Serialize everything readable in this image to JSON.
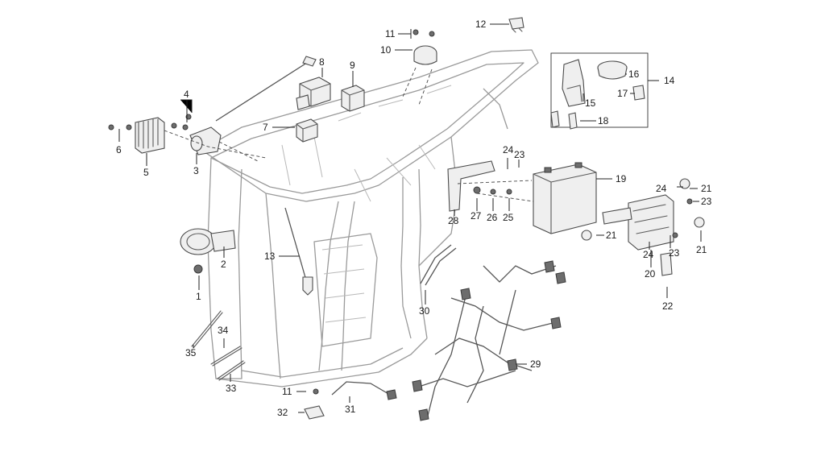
{
  "callouts": [
    {
      "id": "c1",
      "label": "1"
    },
    {
      "id": "c2",
      "label": "2"
    },
    {
      "id": "c3",
      "label": "3"
    },
    {
      "id": "c4",
      "label": "4"
    },
    {
      "id": "c5",
      "label": "5"
    },
    {
      "id": "c6",
      "label": "6"
    },
    {
      "id": "c7",
      "label": "7"
    },
    {
      "id": "c8",
      "label": "8"
    },
    {
      "id": "c9",
      "label": "9"
    },
    {
      "id": "c10",
      "label": "10"
    },
    {
      "id": "c11a",
      "label": "11"
    },
    {
      "id": "c11b",
      "label": "11"
    },
    {
      "id": "c12",
      "label": "12"
    },
    {
      "id": "c13",
      "label": "13"
    },
    {
      "id": "c14",
      "label": "14"
    },
    {
      "id": "c15",
      "label": "15"
    },
    {
      "id": "c16",
      "label": "16"
    },
    {
      "id": "c17",
      "label": "17"
    },
    {
      "id": "c18",
      "label": "18"
    },
    {
      "id": "c19",
      "label": "19"
    },
    {
      "id": "c20",
      "label": "20"
    },
    {
      "id": "c21a",
      "label": "21"
    },
    {
      "id": "c21b",
      "label": "21"
    },
    {
      "id": "c21c",
      "label": "21"
    },
    {
      "id": "c22",
      "label": "22"
    },
    {
      "id": "c23a",
      "label": "23"
    },
    {
      "id": "c23b",
      "label": "23"
    },
    {
      "id": "c23c",
      "label": "23"
    },
    {
      "id": "c24a",
      "label": "24"
    },
    {
      "id": "c24b",
      "label": "24"
    },
    {
      "id": "c24c",
      "label": "24"
    },
    {
      "id": "c25",
      "label": "25"
    },
    {
      "id": "c26",
      "label": "26"
    },
    {
      "id": "c27",
      "label": "27"
    },
    {
      "id": "c28",
      "label": "28"
    },
    {
      "id": "c29",
      "label": "29"
    },
    {
      "id": "c30",
      "label": "30"
    },
    {
      "id": "c31",
      "label": "31"
    },
    {
      "id": "c32",
      "label": "32"
    },
    {
      "id": "c33",
      "label": "33"
    },
    {
      "id": "c34",
      "label": "34"
    },
    {
      "id": "c35",
      "label": "35"
    }
  ]
}
